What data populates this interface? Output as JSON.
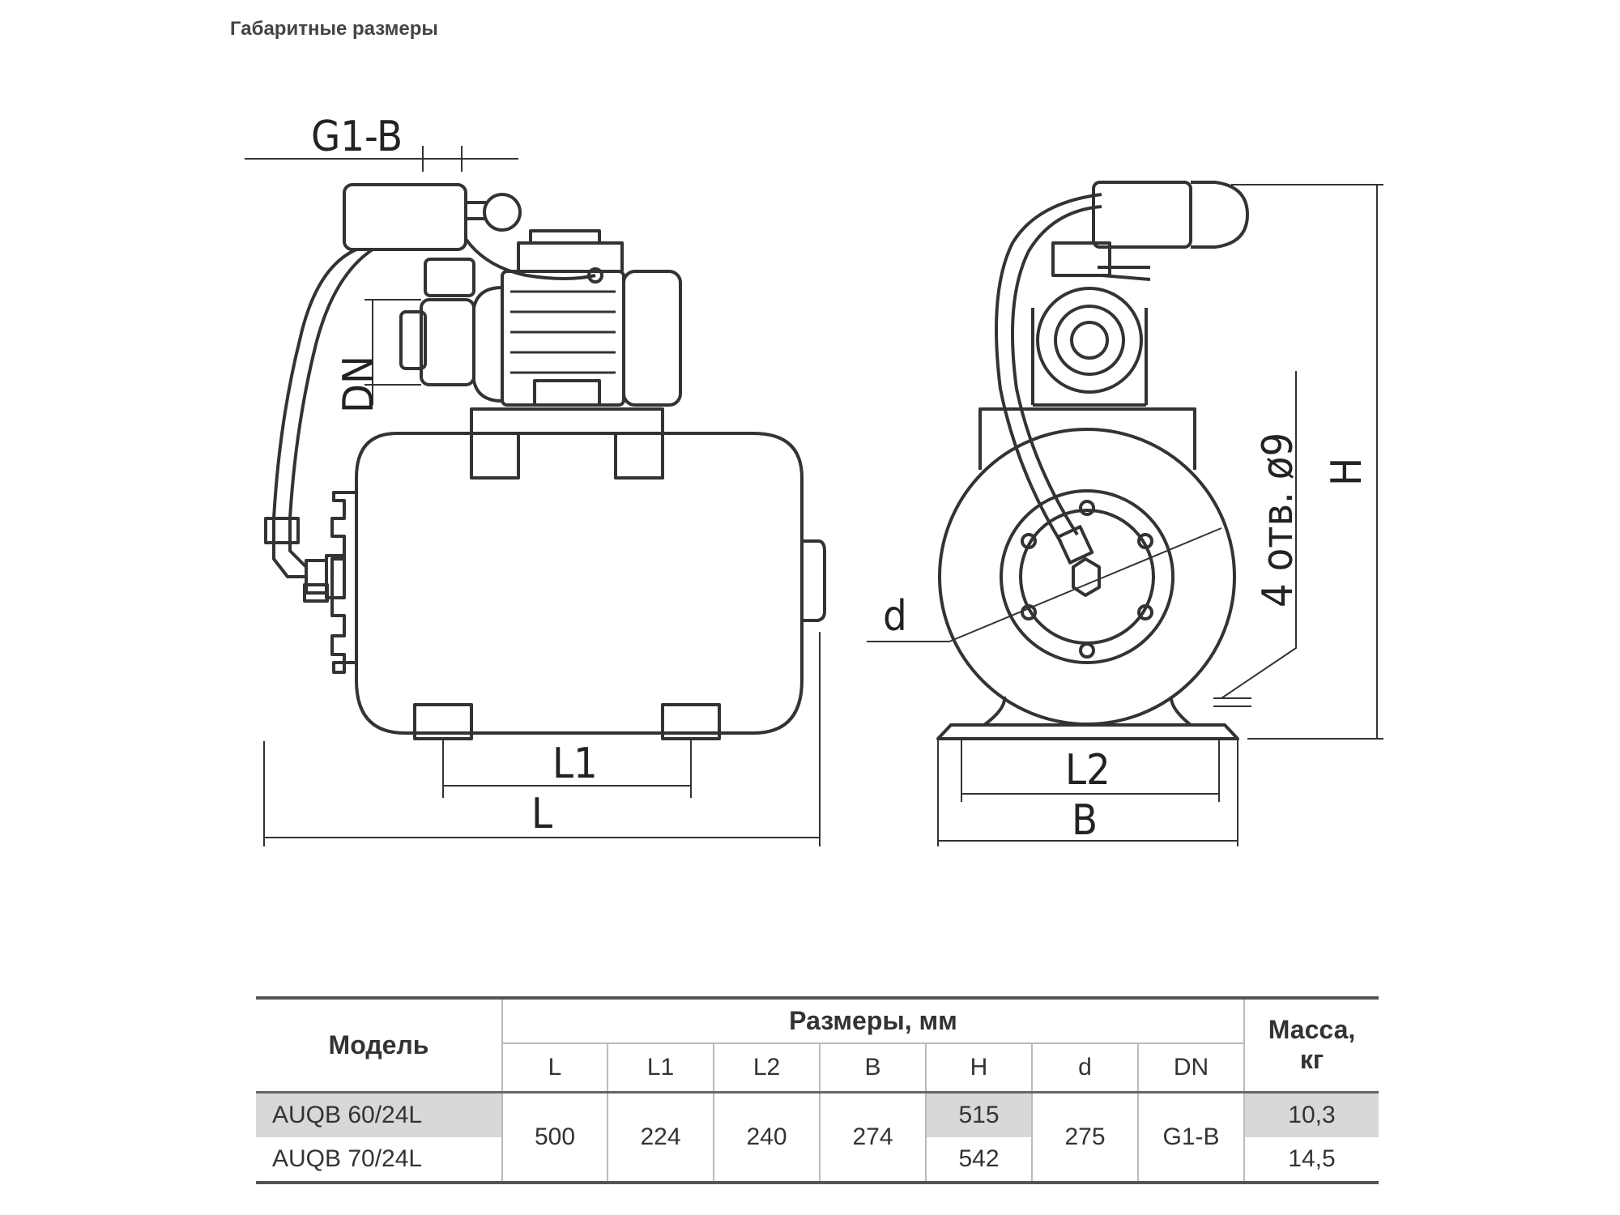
{
  "page": {
    "title": "Габаритные размеры"
  },
  "drawing_labels": {
    "g1b": "G1-B",
    "dn": "DN",
    "l1": "L1",
    "l": "L",
    "d": "d",
    "holes": "4 отв. ø9",
    "h": "H",
    "l2": "L2",
    "b": "B"
  },
  "table": {
    "col_model": "Модель",
    "col_dims": "Размеры, мм",
    "col_mass": "Масса, кг",
    "sub_headers": [
      "L",
      "L1",
      "L2",
      "B",
      "H",
      "d",
      "DN"
    ],
    "rows": [
      {
        "model": "AUQB 60/24L",
        "L": "500",
        "L1": "224",
        "L2": "240",
        "B": "274",
        "H": "515",
        "d": "275",
        "DN": "G1-B",
        "mass": "10,3"
      },
      {
        "model": "AUQB 70/24L",
        "H": "542",
        "mass": "14,5"
      }
    ]
  },
  "colors": {
    "line": "#333333",
    "shade": "#d8d8da",
    "rule": "#555555"
  }
}
